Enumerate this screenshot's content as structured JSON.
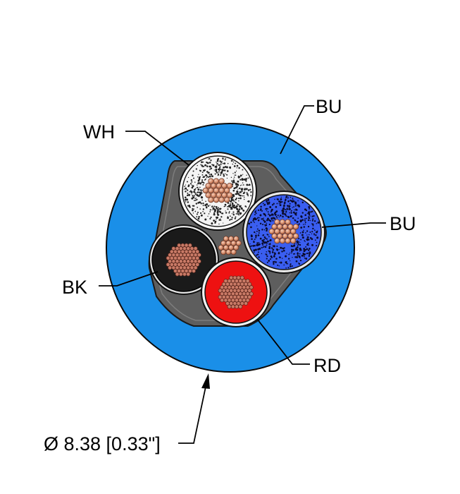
{
  "labels": {
    "jacket": "BU",
    "white_conductor": "WH",
    "blue_conductor": "BU",
    "black_conductor": "BK",
    "red_conductor": "RD"
  },
  "dimension": "Ø 8.38 [0.33\"]",
  "colors": {
    "jacket": "#1a8fe8",
    "white_insulation": "#f4f4f4",
    "blue_insulation": "#3a5ef0",
    "black_insulation": "#1a1a1a",
    "red_insulation": "#ee1111",
    "filler": "#5e5e5e",
    "copper": "#d48a68"
  }
}
